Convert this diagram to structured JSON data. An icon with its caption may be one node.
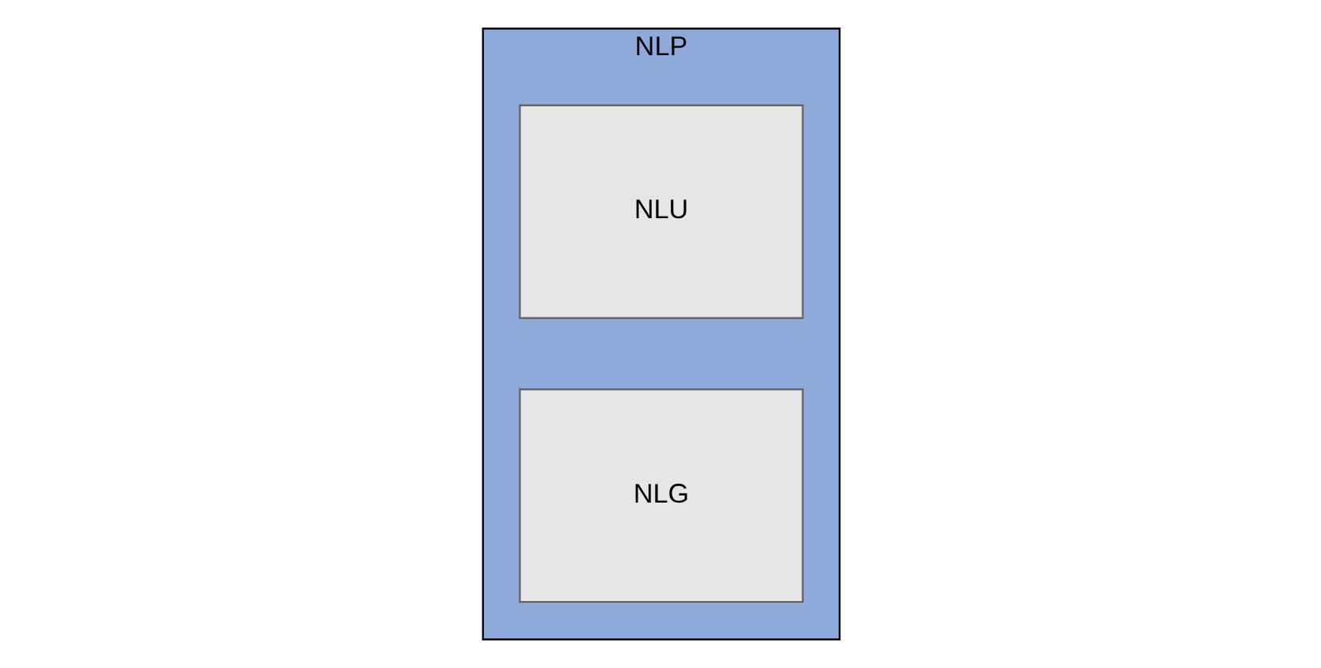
{
  "diagram": {
    "nodes": [
      {
        "text": [
          "NLP"
        ]
      },
      {
        "text": [
          "NLU"
        ],
        "in": 0
      },
      {
        "text": [
          "NLG"
        ],
        "in": 0
      }
    ]
  }
}
